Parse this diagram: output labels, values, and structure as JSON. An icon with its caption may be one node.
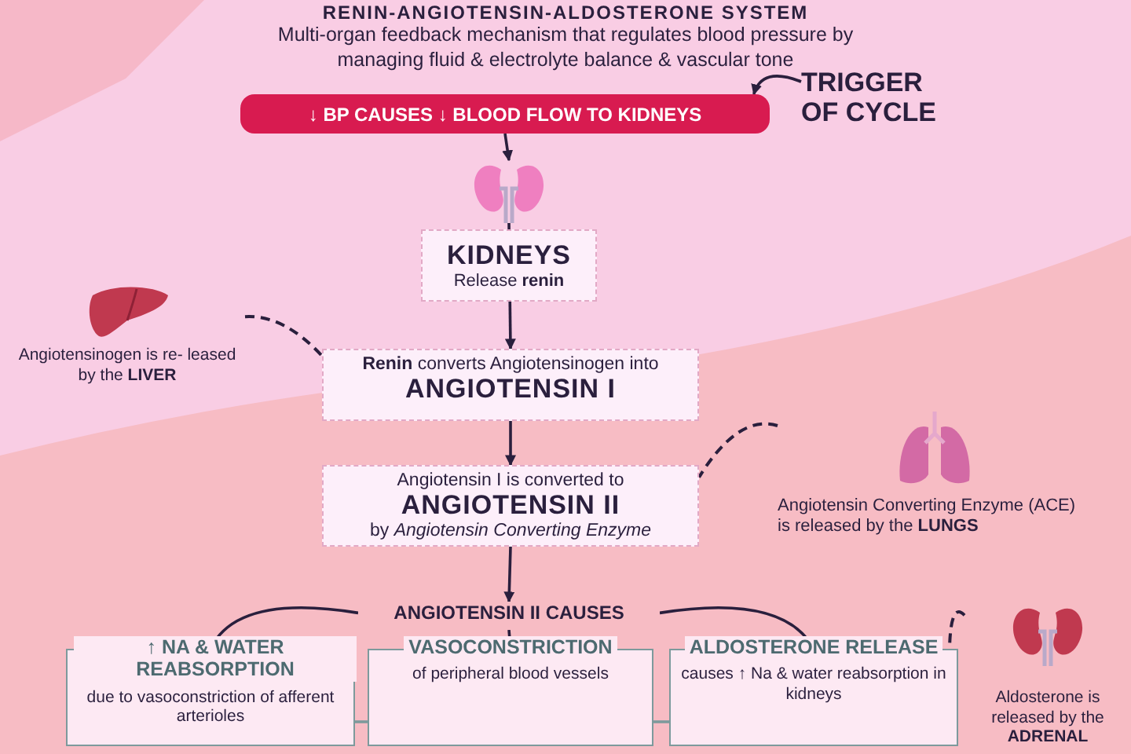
{
  "diagram": {
    "title": "RENIN-ANGIOTENSIN-ALDOSTERONE SYSTEM",
    "caption": "Multi-organ feedback mechanism that regulates blood pressure by managing fluid & electrolyte balance & vascular tone",
    "nodes": [
      {
        "text": [
          "↓ BP CAUSES ↓ BLOOD FLOW TO KIDNEYS"
        ]
      },
      {
        "text": [
          "TRIGGER OF CYCLE"
        ]
      },
      {
        "text": [
          "KIDNEYS",
          "Release **renin**"
        ]
      },
      {
        "text": [
          "**Renin** converts Angiotensinogen into",
          "ANGIOTENSIN I"
        ]
      },
      {
        "text": [
          "Angiotensin I is converted to",
          "ANGIOTENSIN II",
          "by *Angiotensin Converting Enzyme*"
        ]
      },
      {
        "text": [
          "Angiotensinogen is re- leased by the **LIVER**"
        ]
      },
      {
        "text": [
          "Angiotensin Converting Enzyme (ACE) is released by the **LUNGS**"
        ]
      },
      {
        "text": [
          "ANGIOTENSIN II CAUSES"
        ]
      },
      {
        "text": [
          "↑ NA & WATER REABSORPTION",
          "due to vasoconstriction of afferent arterioles"
        ]
      },
      {
        "text": [
          "VASOCONSTRICTION",
          "of peripheral blood vessels"
        ]
      },
      {
        "text": [
          "ALDOSTERONE RELEASE",
          "causes ↑ Na & water reabsorption in kidneys"
        ]
      },
      {
        "text": [
          "Aldosterone is released by the **ADRENAL**"
        ]
      }
    ],
    "edges": [
      {
        "from": 1,
        "to": 0,
        "arrow": "to"
      },
      {
        "from": 0,
        "to": 2,
        "arrow": "to"
      },
      {
        "from": 2,
        "to": 3,
        "arrow": "to"
      },
      {
        "from": 3,
        "to": 4,
        "arrow": "to"
      },
      {
        "from": 5,
        "to": 3,
        "arrow": "none",
        "style": "dashed"
      },
      {
        "from": 6,
        "to": 4,
        "arrow": "none",
        "style": "dashed"
      },
      {
        "from": 4,
        "to": 7,
        "arrow": "to"
      },
      {
        "from": 7,
        "to": 8,
        "arrow": "none"
      },
      {
        "from": 7,
        "to": 9,
        "arrow": "none"
      },
      {
        "from": 7,
        "to": 10,
        "arrow": "none"
      },
      {
        "from": 8,
        "to": 9,
        "arrow": "none",
        "color": "#7d9a9c"
      },
      {
        "from": 9,
        "to": 10,
        "arrow": "none",
        "color": "#7d9a9c"
      },
      {
        "from": 11,
        "to": 10,
        "arrow": "none",
        "style": "dashed"
      }
    ]
  }
}
